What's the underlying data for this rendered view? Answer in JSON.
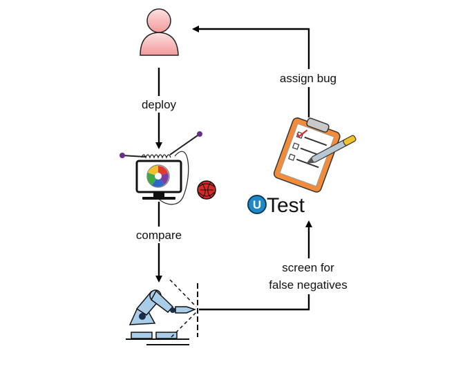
{
  "labels": {
    "deploy": "deploy",
    "compare": "compare",
    "assign_bug": "assign bug",
    "screen_line1": "screen for",
    "screen_line2": "false negatives"
  },
  "logo": {
    "badge_letter": "U",
    "text": "Test",
    "badge_color": "#1e88c8"
  },
  "icons": {
    "developer": "person-icon",
    "system": "monitor-icon",
    "virus": "virus-icon",
    "testing": "robot-arm-icon",
    "bug_report": "clipboard-icon"
  },
  "colors": {
    "person": "#f5b5b5",
    "arrow": "#000000",
    "robot": "#a9cce8",
    "clipboard": "#f28c3a",
    "virus": "#d42a2a",
    "accent_purple": "#6b2e8f"
  }
}
